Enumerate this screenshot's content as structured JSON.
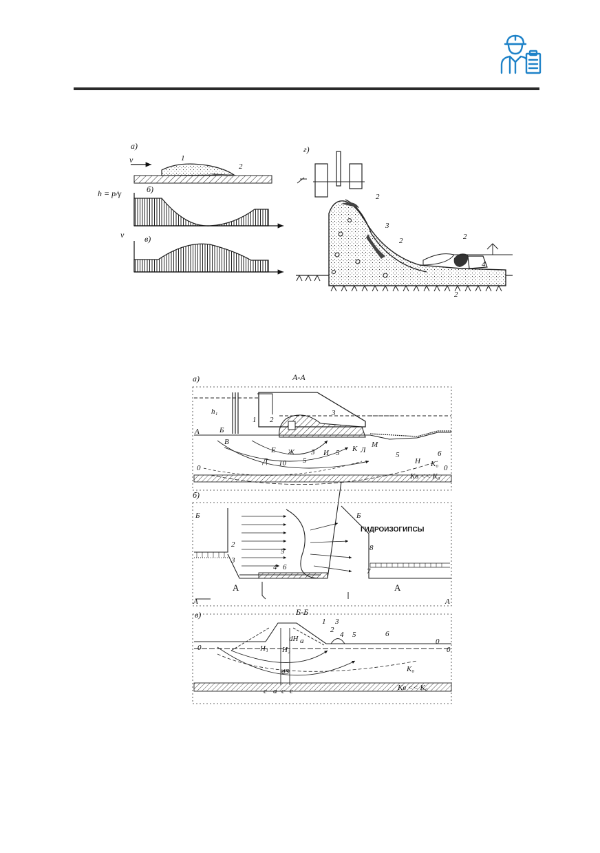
{
  "logo": {
    "icon": "engineer-with-clipboard-icon",
    "color": "#1e82c8"
  },
  "figure1": {
    "a": {
      "label": "а)",
      "v": "v",
      "n1": "1",
      "n2": "2"
    },
    "b": {
      "label": "б)",
      "h": "h = p/γ"
    },
    "c": {
      "label": "в)",
      "v": "v"
    },
    "d": {
      "label": "г)",
      "n2a": "2",
      "n3": "3",
      "n2b": "2",
      "n2c": "2",
      "n4": "4",
      "n2d": "2"
    }
  },
  "figure2": {
    "a": {
      "label": "а)",
      "section": "А-А",
      "h1": "h₁",
      "A": "А",
      "B": "Б",
      "V": "В",
      "n1": "1",
      "n2": "2",
      "n3": "3",
      "n5a": "5",
      "n5b": "5",
      "n5c": "5",
      "n6": "6",
      "n10": "10",
      "D": "Д",
      "E": "Е",
      "Zh": "Ж",
      "I": "И",
      "K": "К",
      "L": "Л",
      "M": "М",
      "N": "Н",
      "k0": "K₀",
      "kb": "Kв << K₀",
      "zero_l": "0",
      "zero_r": "0",
      "n3b": "3"
    },
    "b": {
      "label": "б)",
      "B_l": "Б",
      "B_r": "Б",
      "A_l": "А",
      "A_r": "А",
      "A_bl": "А",
      "A_br": "А",
      "caption": "ГИДРОИЗОГИПСЫ",
      "n2": "2",
      "n3": "3",
      "n4": "4",
      "n5": "5",
      "n6": "6",
      "n7": "7",
      "n8": "8"
    },
    "c": {
      "label": "в)",
      "section": "Б-Б",
      "n1": "1",
      "n2": "2",
      "n3": "3",
      "n4": "4",
      "n5": "5",
      "n6": "6",
      "zero_l": "0",
      "zero_r": "0",
      "zero_rr": "0",
      "k0": "K₀",
      "kb": "Kв << K₀",
      "h1": "H₁",
      "h2": "H₂",
      "dh": "dH",
      "ds": "dS",
      "c1": "c",
      "c2": "c",
      "c3": "c",
      "a": "a",
      "aa": "a"
    }
  }
}
